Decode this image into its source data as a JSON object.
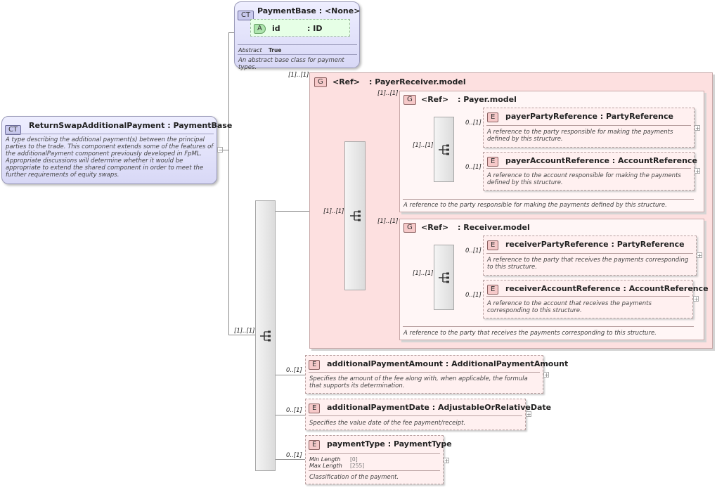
{
  "root": {
    "badge": "CT",
    "name": "ReturnSwapAdditionalPayment",
    "base": "PaymentBase",
    "description": "A type describing the additional payment(s) between the principal parties to the trade. This component extends some of the features of the additionalPayment component previously developed in FpML. Appropriate discussions will determine whether it would be appropriate to extend the shared component in order to meet the further requirements of equity swaps."
  },
  "payment_base": {
    "badge": "CT",
    "name": "PaymentBase",
    "type": "<None>",
    "attribute": {
      "badge": "A",
      "name": "id",
      "type": "ID"
    },
    "props": [
      {
        "label": "Abstract",
        "value": "True"
      }
    ],
    "description": "An abstract base class for payment types."
  },
  "payer_receiver": {
    "multiplicity": "[1]..[1]",
    "badge": "G",
    "ref": "<Ref>",
    "name": "PayerReceiver.model",
    "seq_multiplicity": "[1]..[1]",
    "payer": {
      "multiplicity": "[1]..[1]",
      "badge": "G",
      "ref": "<Ref>",
      "name": "Payer.model",
      "seq_multiplicity": "[1]..[1]",
      "elements": [
        {
          "multiplicity": "0..[1]",
          "badge": "E",
          "name": "payerPartyReference",
          "type": "PartyReference",
          "description": "A reference to the party responsible for making the payments defined by this structure."
        },
        {
          "multiplicity": "0..[1]",
          "badge": "E",
          "name": "payerAccountReference",
          "type": "AccountReference",
          "description": "A reference to the account responsible for making the payments defined by this structure."
        }
      ],
      "description": "A reference to the party responsible for making the payments defined by this structure."
    },
    "receiver": {
      "multiplicity": "[1]..[1]",
      "badge": "G",
      "ref": "<Ref>",
      "name": "Receiver.model",
      "seq_multiplicity": "[1]..[1]",
      "elements": [
        {
          "multiplicity": "0..[1]",
          "badge": "E",
          "name": "receiverPartyReference",
          "type": "PartyReference",
          "description": "A reference to the party that receives the payments corresponding to this structure."
        },
        {
          "multiplicity": "0..[1]",
          "badge": "E",
          "name": "receiverAccountReference",
          "type": "AccountReference",
          "description": "A reference to the account that receives the payments corresponding to this structure."
        }
      ],
      "description": "A reference to the party that receives the payments corresponding to this structure."
    }
  },
  "main_sequence": {
    "multiplicity": "[1]..[1]"
  },
  "elements": [
    {
      "multiplicity": "0..[1]",
      "badge": "E",
      "name": "additionalPaymentAmount",
      "type": "AdditionalPaymentAmount",
      "description": "Specifies the amount of the fee along with, when applicable, the formula that supports its determination."
    },
    {
      "multiplicity": "0..[1]",
      "badge": "E",
      "name": "additionalPaymentDate",
      "type": "AdjustableOrRelativeDate",
      "description": "Specifies the value date of the fee payment/receipt."
    },
    {
      "multiplicity": "0..[1]",
      "badge": "E",
      "name": "paymentType",
      "type": "PaymentType",
      "props": [
        {
          "label": "Min Length",
          "value": "[0]"
        },
        {
          "label": "Max Length",
          "value": "[255]"
        }
      ],
      "description": "Classification of the payment."
    }
  ],
  "separator": ":",
  "expand_symbol": "+",
  "collapse_symbol": "−"
}
